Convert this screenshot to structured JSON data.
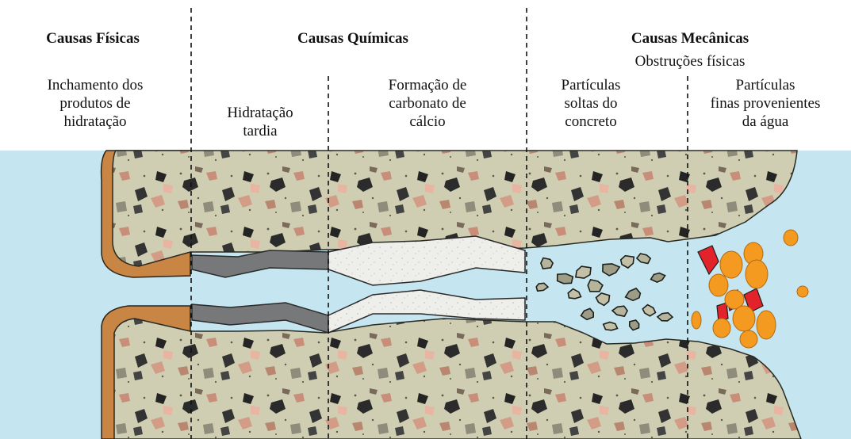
{
  "headers": {
    "fisicas": "Causas Físicas",
    "quimicas": "Causas Químicas",
    "mecanicas": "Causas Mecânicas"
  },
  "mecanicas_sub": "Obstruções físicas",
  "labels": {
    "inchamento": [
      "Inchamento dos",
      "produtos de",
      "hidratação"
    ],
    "hidratacao": [
      "Hidratação",
      "tardia"
    ],
    "carbonato": [
      "Formação de",
      "carbonato de",
      "cálcio"
    ],
    "soltas": [
      "Partículas",
      "soltas do",
      "concreto"
    ],
    "finas": [
      "Partículas",
      "finas provenientes",
      "da água"
    ]
  },
  "colors": {
    "water": "#c5e6f1",
    "concrete": "#cdccb0",
    "crust": "#c98544",
    "late_hydration": "#77787a",
    "calcium_carbonate": "#eeeeea",
    "loose_particle": "#a8a890",
    "fine_particle": "#f49a21",
    "red_particle": "#e3232b"
  }
}
